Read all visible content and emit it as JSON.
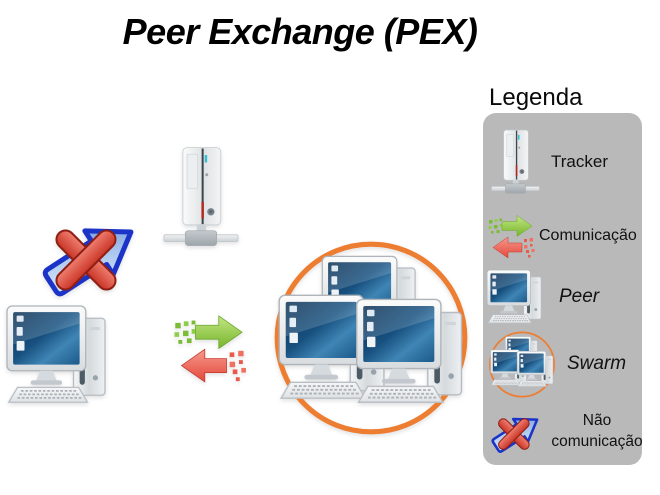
{
  "title": "Peer Exchange (PEX)",
  "legend": {
    "title": "Legenda",
    "items": [
      {
        "label": "Tracker",
        "icon": "tracker-icon"
      },
      {
        "label": "Comunicação",
        "icon": "communication-arrows-icon"
      },
      {
        "label": "Peer",
        "icon": "peer-computer-icon"
      },
      {
        "label": "Swarm",
        "icon": "swarm-icon"
      },
      {
        "label": "Não comunicação",
        "icon": "no-communication-icon"
      }
    ]
  },
  "diagram": {
    "nodes": [
      {
        "name": "no-communication",
        "icon": "no-communication-icon"
      },
      {
        "name": "tracker",
        "icon": "tracker-icon"
      },
      {
        "name": "peer",
        "icon": "peer-computer-icon"
      },
      {
        "name": "communication",
        "icon": "communication-arrows-icon"
      },
      {
        "name": "swarm",
        "icon": "swarm-icon"
      }
    ]
  },
  "colors": {
    "background": "#ffffff",
    "legend_box": "#b9b9b9",
    "swarm_circle_orange": "#ed7d31",
    "upload_arrow_green": "#7cbb38",
    "download_arrow_red": "#e85a4b",
    "no_comm_arrow_blue": "#1c33c8",
    "no_comm_x_red": "#d63a2f",
    "monitor_screen_blue": "#17507f"
  }
}
